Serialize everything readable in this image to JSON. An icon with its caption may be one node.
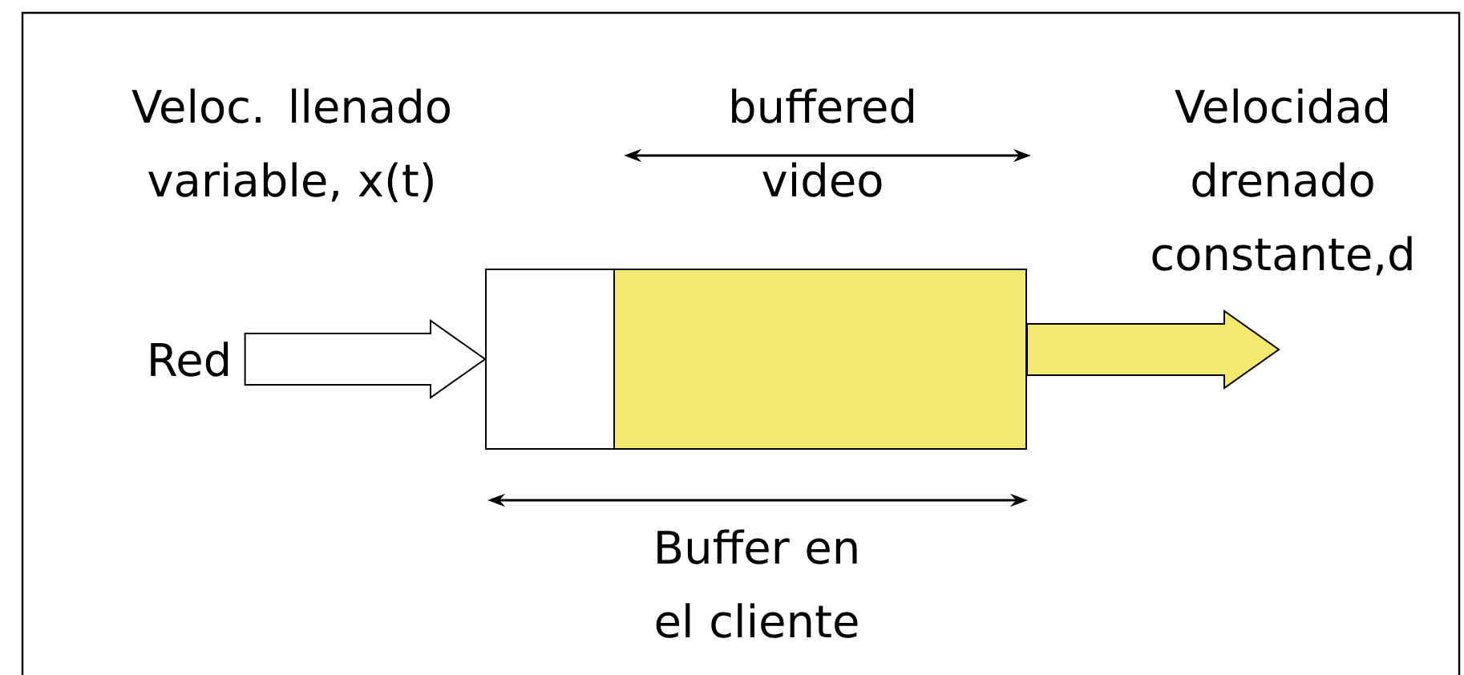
{
  "diagram": {
    "nodes": [
      {
        "text": [
          "Red"
        ]
      },
      {
        "text": [],
        "shape": "box"
      },
      {
        "text": [],
        "shape": "box"
      }
    ],
    "edges": [
      {
        "from": 0,
        "to": 1,
        "arrow": "to"
      },
      {
        "from": 2,
        "to": null,
        "arrow": "to",
        "color": "#f3e96e"
      }
    ],
    "labels": [
      "Veloc. llenado variable, x(t)",
      "buffered video",
      "Velocidad drenado constante,d",
      "Buffer en el cliente"
    ]
  }
}
